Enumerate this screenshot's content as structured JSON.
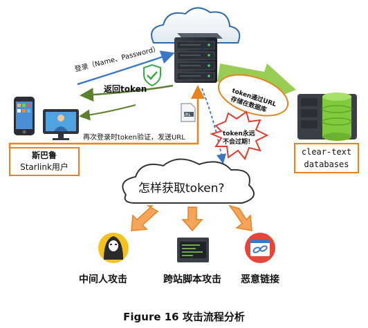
{
  "labels": {
    "login": "登录（Name、Password）",
    "return_token": "返回token",
    "relogin": "再次登录时token验证，发送URL",
    "token_store_1": "token通过URL",
    "token_store_2": "存储在数据库",
    "never_expire_1": "token永远",
    "never_expire_2": "不会过期！",
    "url_tag": "URL",
    "user_1": "斯巴鲁",
    "user_2": "Starlink用户",
    "db_1": "clear-text",
    "db_2": "databases",
    "question": "怎样获取token?",
    "attack_mitm": "中间人攻击",
    "attack_xss": "跨站脚本攻击",
    "attack_link": "恶意链接"
  },
  "caption": "Figure 16  攻击流程分析",
  "icons": [
    "cloud-icon",
    "server-icon",
    "shield-check-icon",
    "phone-icon",
    "monitor-user-icon",
    "url-document-icon",
    "database-icon",
    "hacker-icon",
    "code-window-icon",
    "link-browser-icon"
  ],
  "colors": {
    "orange": "#E8821E",
    "green_arrow": "#8DC63F",
    "blue_arrow": "#3A78C2",
    "dark_green": "#5C7F2E",
    "burst_red": "#E23B2E",
    "db_green": "#7FCB3B"
  }
}
